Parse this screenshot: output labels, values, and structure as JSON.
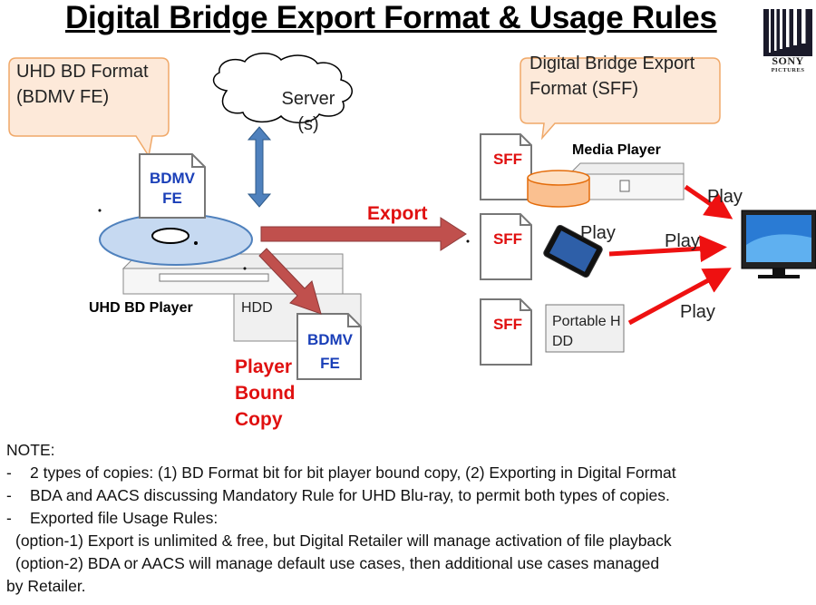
{
  "title": "Digital Bridge Export Format & Usage Rules",
  "logo": {
    "line1": "SONY",
    "line2": "PICTURES"
  },
  "callouts": {
    "uhd_bd_format": "UHD BD Format (BDMV FE)",
    "sff": "Digital Bridge Export Format (SFF)"
  },
  "cloud_label": "Server (s)",
  "doc_labels": {
    "bdmv": "BDMV FE",
    "sff": "SFF"
  },
  "labels": {
    "uhd_bd_player": "UHD BD Player",
    "hdd": "HDD",
    "player_bound_copy": "Player Bound Copy",
    "export": "Export",
    "media_player": "Media Player",
    "portable_hdd": "Portable HDD",
    "play": "Play"
  },
  "colors": {
    "red_text": "#e01010",
    "blue_text": "#1a3fb8",
    "arrow_red": "#c0504d",
    "arrow_bright": "#ee1111",
    "arrow_blue": "#4f81bd"
  },
  "note": {
    "heading": "NOTE:",
    "bullets": [
      "2 types of copies: (1) BD Format bit for bit player bound copy, (2) Exporting in Digital Format",
      "BDA and AACS discussing Mandatory Rule for UHD Blu-ray, to permit both types of copies.",
      "Exported file Usage Rules:"
    ],
    "options": [
      "(option-1) Export is unlimited & free, but Digital Retailer will manage activation of file playback",
      "(option-2) BDA or AACS will manage default use cases, then additional use cases managed"
    ],
    "tail": "by Retailer."
  }
}
